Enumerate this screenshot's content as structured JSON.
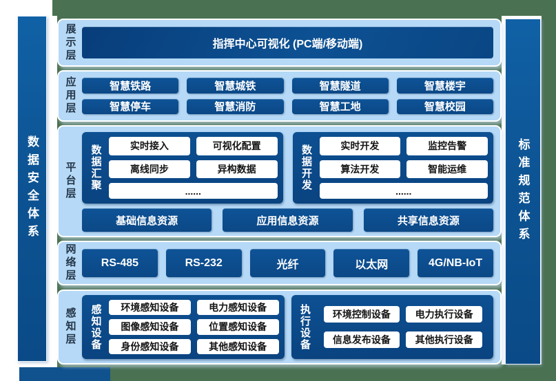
{
  "colors": {
    "green_background": "#4a7152",
    "panel_light_blue": "#b5d9f6",
    "dark_blue": "#0c4c8c",
    "white": "#ffffff"
  },
  "side_bars": {
    "left": "数据安全体系",
    "right": "标准规范体系"
  },
  "layers": {
    "display": {
      "label": "展示层",
      "banner": "指挥中心可视化 (PC端/移动端)"
    },
    "application": {
      "label": "应用层",
      "apps": [
        "智慧铁路",
        "智慧城铁",
        "智慧隧道",
        "智慧楼宇",
        "智慧停车",
        "智慧消防",
        "智慧工地",
        "智慧校园"
      ]
    },
    "platform": {
      "label": "平台层",
      "groups": [
        {
          "label": "数据汇聚",
          "items": [
            "实时接入",
            "可视化配置",
            "离线同步",
            "异构数据"
          ],
          "more": "......"
        },
        {
          "label": "数据开发",
          "items": [
            "实时开发",
            "监控告警",
            "算法开发",
            "智能运维"
          ],
          "more": "......"
        }
      ],
      "resources": [
        "基础信息资源",
        "应用信息资源",
        "共享信息资源"
      ]
    },
    "network": {
      "label": "网络层",
      "items": [
        "RS-485",
        "RS-232",
        "光纤",
        "以太网",
        "4G/NB-IoT"
      ]
    },
    "perception": {
      "label": "感知层",
      "groups": [
        {
          "label": "感知设备",
          "items": [
            "环境感知设备",
            "电力感知设备",
            "图像感知设备",
            "位置感知设备",
            "身份感知设备",
            "其他感知设备"
          ]
        },
        {
          "label": "执行设备",
          "items": [
            "环境控制设备",
            "电力执行设备",
            "信息发布设备",
            "其他执行设备"
          ]
        }
      ]
    }
  }
}
